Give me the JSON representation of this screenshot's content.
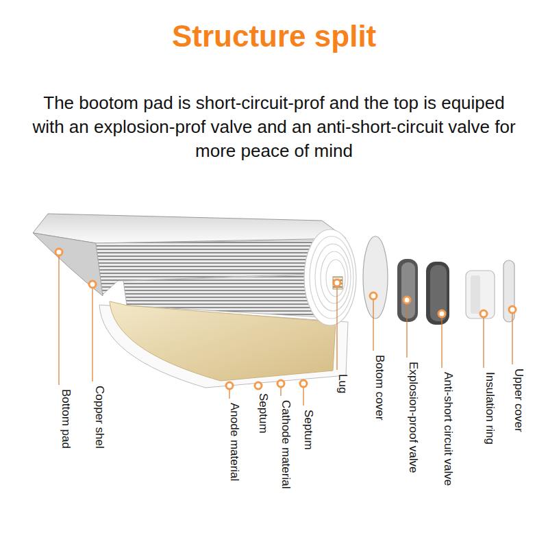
{
  "diagram": {
    "title": "Structure split",
    "labels": [
      "The bootom pad is short-circuit-prof and the top is equiped with an explosion-prof valve and an anti-short-circuit valve for more peace of mind",
      "Bottom pad",
      "Copper shel",
      "Anode material",
      "Septum",
      "Cathode material",
      "Septum",
      "Lug",
      "Botom cover",
      "Explosion-proof valve",
      "Anti-short circuit valve",
      "Insulation ring",
      "Upper cover"
    ]
  }
}
